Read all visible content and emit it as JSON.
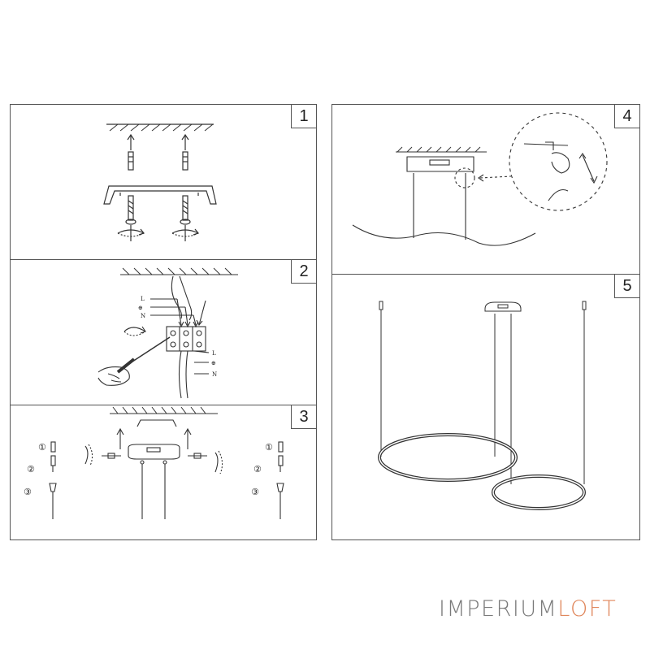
{
  "steps": [
    {
      "number": "1"
    },
    {
      "number": "2",
      "wire_labels_left": [
        "L",
        "⊕",
        "N"
      ],
      "wire_labels_right": [
        "L",
        "⊕",
        "N"
      ]
    },
    {
      "number": "3",
      "parts_left": [
        "①",
        "②",
        "③"
      ],
      "parts_right": [
        "①",
        "②",
        "③"
      ]
    },
    {
      "number": "4"
    },
    {
      "number": "5"
    }
  ],
  "brand": {
    "part1": "IMPERIUM",
    "part2": "LOFT",
    "accent_color": "#e0875c",
    "text_color": "#7a7a7a"
  }
}
